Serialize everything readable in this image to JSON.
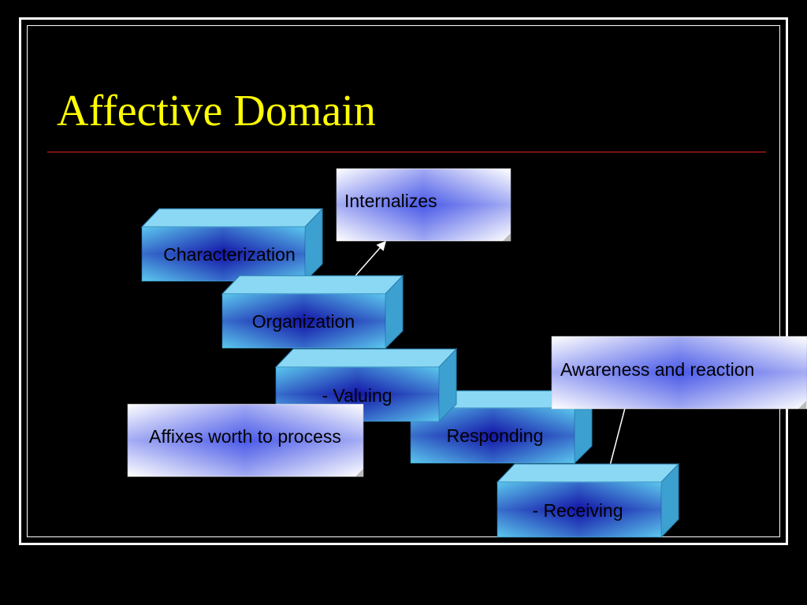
{
  "slide": {
    "title": "Affective Domain",
    "colors": {
      "background": "#000000",
      "title": "#ffff00",
      "rule": "#7a1010",
      "block_face_edge": "#5cc8ee",
      "block_face_center": "#1414a8",
      "block_side": "#3ca0d0",
      "block_top": "#8ad8f4",
      "callout_edge": "#ffffff",
      "callout_center": "#4a5ae8"
    }
  },
  "diagram": {
    "blocks": {
      "characterization": "Characterization",
      "organization": "Organization",
      "valuing": "- Valuing",
      "responding": "Responding",
      "receiving": "- Receiving"
    },
    "callouts": {
      "internalizes": "Internalizes",
      "awareness": "Awareness and reaction",
      "affixes": "Affixes worth to process"
    }
  }
}
